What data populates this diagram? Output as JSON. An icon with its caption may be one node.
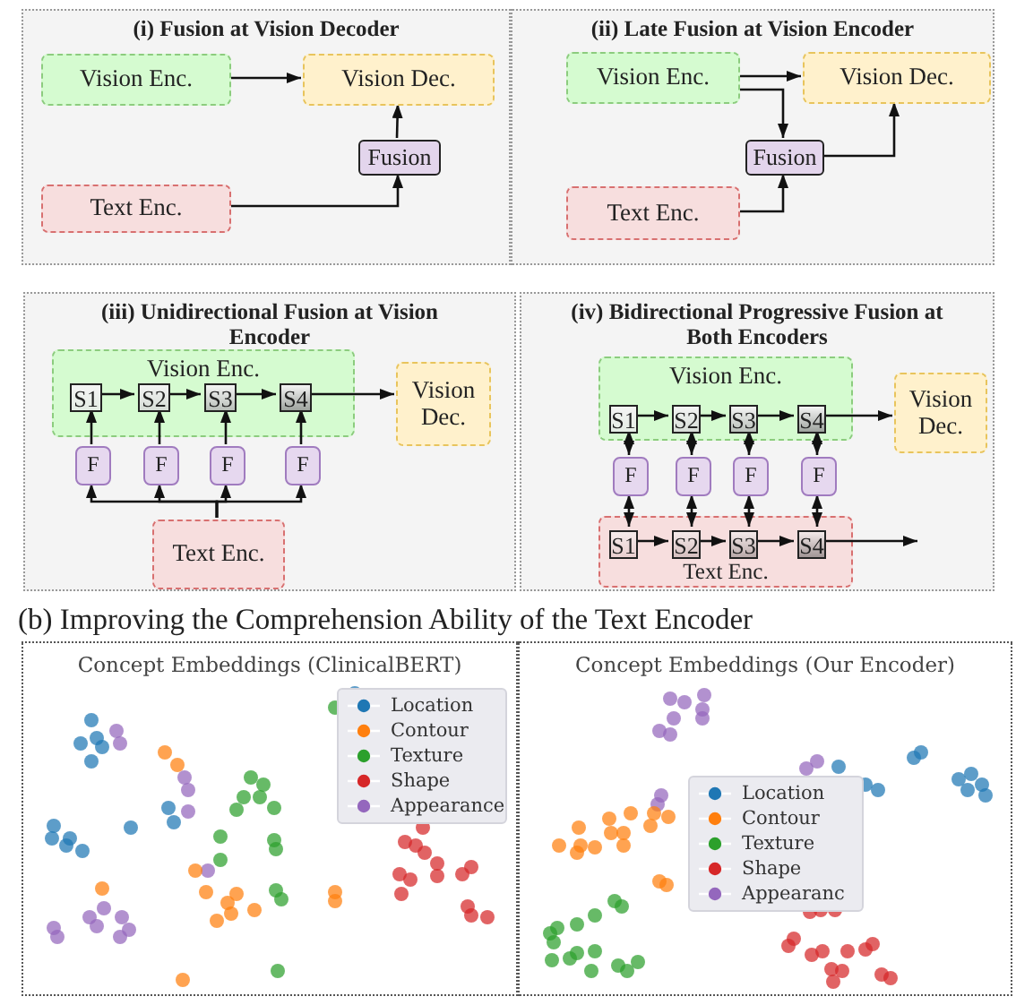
{
  "diagram": {
    "nodes": [
      {
        "text": [
          "(i) Fusion at Vision Decoder"
        ]
      },
      {
        "text": [
          "Vision Enc."
        ],
        "in": 0
      },
      {
        "text": [
          "Vision Dec."
        ],
        "in": 0
      },
      {
        "text": [
          "Fusion"
        ],
        "in": 0
      },
      {
        "text": [
          "Text Enc."
        ],
        "in": 0
      },
      {
        "text": [
          "(ii) Late Fusion at Vision Encoder"
        ]
      },
      {
        "text": [
          "Vision Enc."
        ],
        "in": 5
      },
      {
        "text": [
          "Vision Dec."
        ],
        "in": 5
      },
      {
        "text": [
          "Fusion"
        ],
        "in": 5
      },
      {
        "text": [
          "Text Enc."
        ],
        "in": 5
      },
      {
        "text": [
          "(iii) Unidirectional Fusion at Vision Encoder"
        ]
      },
      {
        "text": [
          "Vision Enc."
        ],
        "in": 10
      },
      {
        "text": [
          "S1"
        ],
        "in": 11
      },
      {
        "text": [
          "S2"
        ],
        "in": 11
      },
      {
        "text": [
          "S3"
        ],
        "in": 11
      },
      {
        "text": [
          "S4"
        ],
        "in": 11
      },
      {
        "text": [
          "Vision Dec."
        ],
        "in": 10
      },
      {
        "text": [
          "F"
        ],
        "in": 10
      },
      {
        "text": [
          "F"
        ],
        "in": 10
      },
      {
        "text": [
          "F"
        ],
        "in": 10
      },
      {
        "text": [
          "F"
        ],
        "in": 10
      },
      {
        "text": [
          "Text Enc."
        ],
        "in": 10
      },
      {
        "text": [
          "(iv) Bidirectional Progressive Fusion at Both Encoders"
        ]
      },
      {
        "text": [
          "Vision Enc."
        ],
        "in": 22
      },
      {
        "text": [
          "S1"
        ],
        "in": 23
      },
      {
        "text": [
          "S2"
        ],
        "in": 23
      },
      {
        "text": [
          "S3"
        ],
        "in": 23
      },
      {
        "text": [
          "S4"
        ],
        "in": 23
      },
      {
        "text": [
          "Vision Dec."
        ],
        "in": 22
      },
      {
        "text": [
          "F"
        ],
        "in": 22
      },
      {
        "text": [
          "F"
        ],
        "in": 22
      },
      {
        "text": [
          "F"
        ],
        "in": 22
      },
      {
        "text": [
          "F"
        ],
        "in": 22
      },
      {
        "text": [
          "Text Enc."
        ],
        "in": 22
      },
      {
        "text": [
          "S1"
        ],
        "in": 33
      },
      {
        "text": [
          "S2"
        ],
        "in": 33
      },
      {
        "text": [
          "S3"
        ],
        "in": 33
      },
      {
        "text": [
          "S4"
        ],
        "in": 33
      },
      {
        "text": [
          "Concept Embeddings (ClinicalBERT)"
        ]
      },
      {
        "text": [
          "Concept Embeddings (Our Encoder)"
        ]
      }
    ],
    "edges": [
      {
        "from": 1,
        "to": 2,
        "arrow": "to"
      },
      {
        "from": 4,
        "to": 3,
        "arrow": "to"
      },
      {
        "from": 3,
        "to": 2,
        "arrow": "to"
      },
      {
        "from": 6,
        "to": 7,
        "arrow": "to"
      },
      {
        "from": 6,
        "to": 8,
        "arrow": "to"
      },
      {
        "from": 9,
        "to": 8,
        "arrow": "to"
      },
      {
        "from": 8,
        "to": 7,
        "arrow": "to"
      },
      {
        "from": 12,
        "to": 13,
        "arrow": "to"
      },
      {
        "from": 13,
        "to": 14,
        "arrow": "to"
      },
      {
        "from": 14,
        "to": 15,
        "arrow": "to"
      },
      {
        "from": 15,
        "to": 16,
        "arrow": "to"
      },
      {
        "from": 17,
        "to": 12,
        "arrow": "to"
      },
      {
        "from": 18,
        "to": 13,
        "arrow": "to"
      },
      {
        "from": 19,
        "to": 14,
        "arrow": "to"
      },
      {
        "from": 20,
        "to": 15,
        "arrow": "to"
      },
      {
        "from": 21,
        "to": 17,
        "arrow": "to"
      },
      {
        "from": 21,
        "to": 18,
        "arrow": "to"
      },
      {
        "from": 21,
        "to": 19,
        "arrow": "to"
      },
      {
        "from": 21,
        "to": 20,
        "arrow": "to"
      },
      {
        "from": 24,
        "to": 25,
        "arrow": "to"
      },
      {
        "from": 25,
        "to": 26,
        "arrow": "to"
      },
      {
        "from": 26,
        "to": 27,
        "arrow": "to"
      },
      {
        "from": 27,
        "to": 28,
        "arrow": "to"
      },
      {
        "from": 29,
        "to": 24,
        "arrow": "both"
      },
      {
        "from": 30,
        "to": 25,
        "arrow": "both"
      },
      {
        "from": 31,
        "to": 26,
        "arrow": "both"
      },
      {
        "from": 32,
        "to": 27,
        "arrow": "both"
      },
      {
        "from": 29,
        "to": 34,
        "arrow": "both"
      },
      {
        "from": 30,
        "to": 35,
        "arrow": "both"
      },
      {
        "from": 31,
        "to": 36,
        "arrow": "both"
      },
      {
        "from": 32,
        "to": 37,
        "arrow": "both"
      },
      {
        "from": 34,
        "to": 35,
        "arrow": "to"
      },
      {
        "from": 35,
        "to": 36,
        "arrow": "to"
      },
      {
        "from": 36,
        "to": 37,
        "arrow": "to"
      },
      {
        "from": 37,
        "to": null,
        "arrow": "to"
      }
    ],
    "labels": [
      "(b) Improving the Comprehension Ability of the Text Encoder"
    ],
    "legend": [
      {
        "text": "Location",
        "color": "#1f77b4"
      },
      {
        "text": "Contour",
        "color": "#ff7f0e"
      },
      {
        "text": "Texture",
        "color": "#2ca02c"
      },
      {
        "text": "Shape",
        "color": "#d62728"
      },
      {
        "text": "Appearance",
        "color": "#9467bd"
      },
      {
        "text": "Location",
        "color": "#1f77b4"
      },
      {
        "text": "Contour",
        "color": "#ff7f0e"
      },
      {
        "text": "Texture",
        "color": "#2ca02c"
      },
      {
        "text": "Shape",
        "color": "#d62728"
      },
      {
        "text": "Appearanc",
        "color": "#9467bd"
      }
    ]
  }
}
